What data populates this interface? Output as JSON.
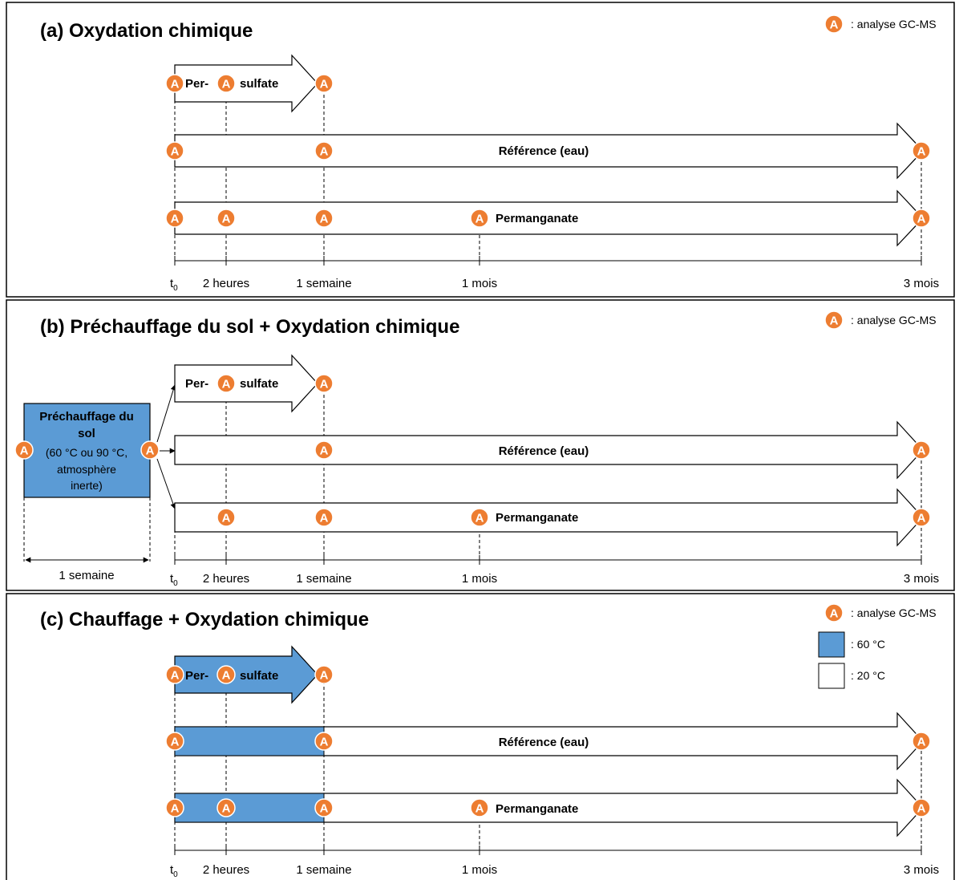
{
  "colors": {
    "marker_fill": "#ed7d31",
    "heated_fill": "#5b9bd5",
    "stroke": "#000000",
    "frame": "#000000"
  },
  "marker_letter": "A",
  "legend": {
    "analysis": ": analyse GC-MS",
    "hot": ": 60 °C",
    "ambient": ": 20 °C"
  },
  "timeline": {
    "t0_base": "t",
    "t0_sub": "0",
    "labels": [
      "2 heures",
      "1 semaine",
      "1 mois",
      "3 mois"
    ]
  },
  "labels": {
    "persulfate_left": "Per-",
    "persulfate_right": "sulfate",
    "reference": "Référence (eau)",
    "permanganate": "Permanganate"
  },
  "panels": [
    {
      "id": "a",
      "title": "(a) Oxydation chimique"
    },
    {
      "id": "b",
      "title": "(b) Préchauffage du sol + Oxydation chimique",
      "preheat_lines": [
        "Préchauffage du",
        "sol",
        "(60 °C ou 90 °C,",
        "atmosphère",
        "inerte)"
      ],
      "preheat_duration": "1 semaine"
    },
    {
      "id": "c",
      "title": "(c) Chauffage + Oxydation chimique"
    }
  ]
}
